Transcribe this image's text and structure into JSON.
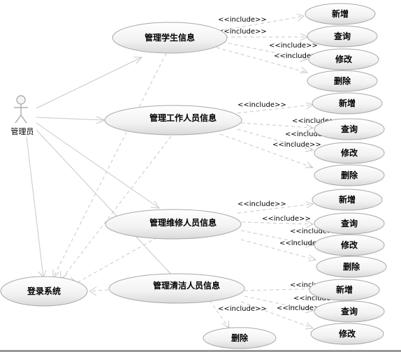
{
  "actor": {
    "label": "管理员"
  },
  "use_cases": {
    "login": "登录系统",
    "student": "管理学生信息",
    "staff": "管理工作人员信息",
    "repair": "管理维修人员信息",
    "clean": "管理清洁人员信息",
    "s_add": "新增",
    "s_query": "查询",
    "s_edit": "修改",
    "s_delete": "删除",
    "w_add": "新增",
    "w_query": "查询",
    "w_edit": "修改",
    "w_delete": "删除",
    "r_add": "新增",
    "r_query": "查询",
    "r_edit": "修改",
    "r_delete": "删除",
    "c_add": "新增",
    "c_query": "查询",
    "c_edit": "修改",
    "c_delete": "删除"
  },
  "relation": {
    "include_label": "<<include>>"
  }
}
